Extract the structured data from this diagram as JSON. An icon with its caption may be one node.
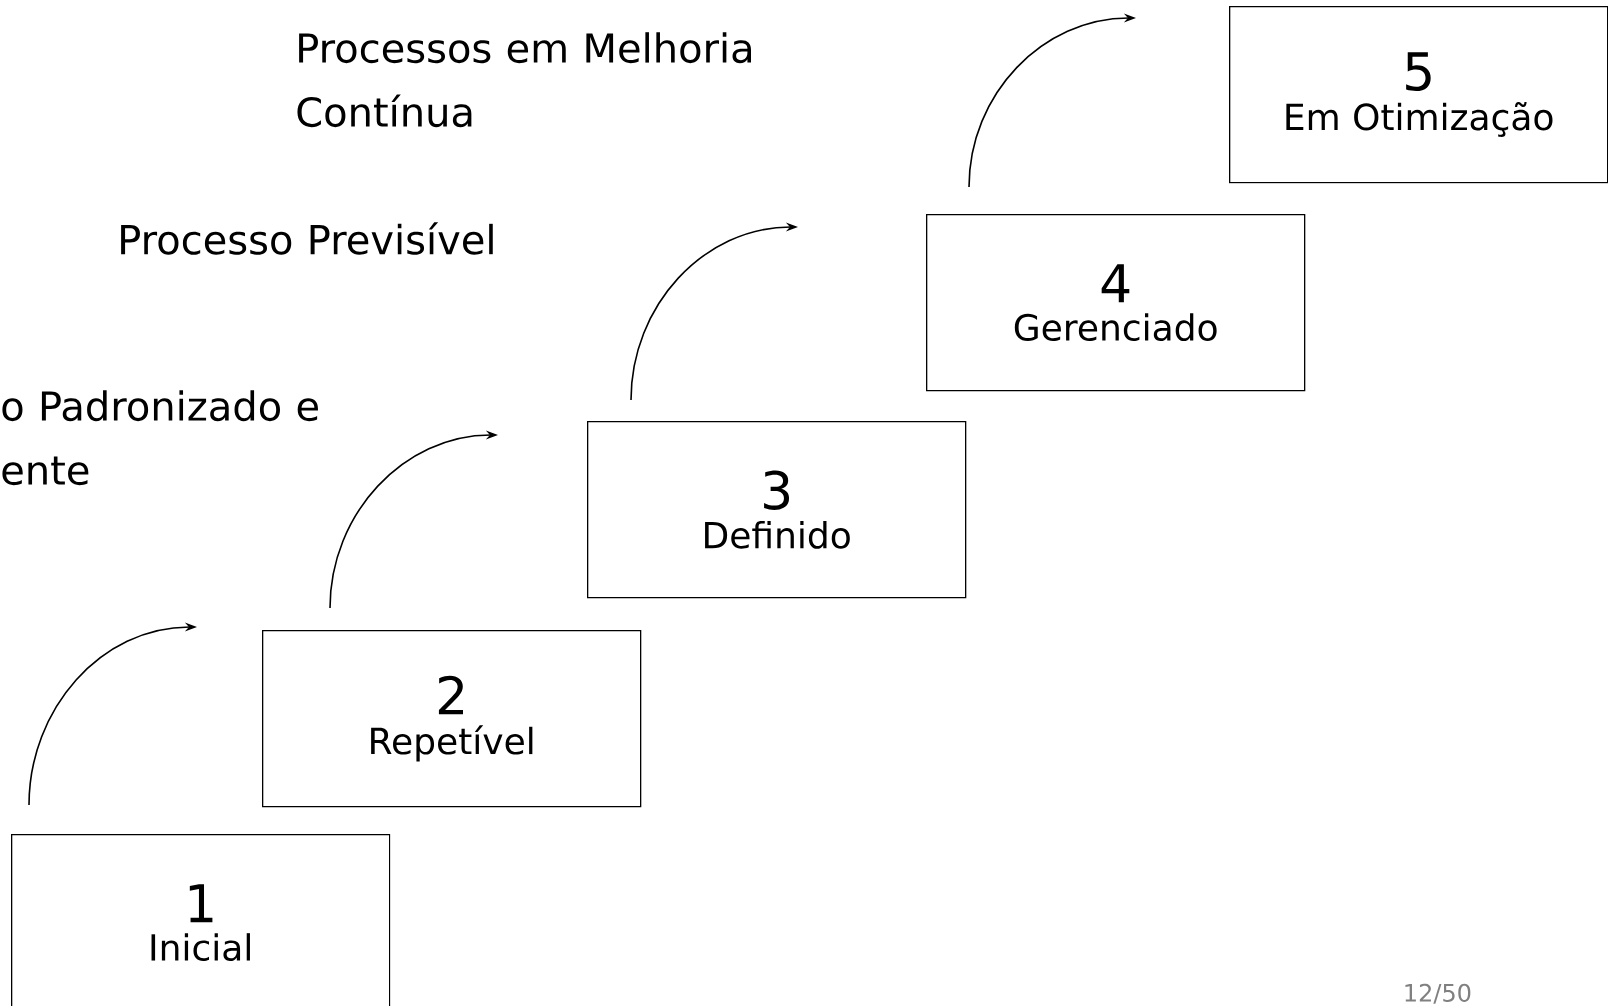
{
  "diagram": {
    "nodes": [
      {
        "text": [
          "1",
          "Inicial"
        ]
      },
      {
        "text": [
          "2",
          "Repetível"
        ]
      },
      {
        "text": [
          "3",
          "Definido"
        ]
      },
      {
        "text": [
          "4",
          "Gerenciado"
        ]
      },
      {
        "text": [
          "5",
          "Em Otimização"
        ]
      }
    ],
    "edges": [
      {
        "from": 0,
        "to": null,
        "arrow": "to"
      },
      {
        "from": 1,
        "to": null,
        "arrow": "to"
      },
      {
        "from": 2,
        "to": null,
        "arrow": "to"
      },
      {
        "from": 3,
        "to": null,
        "arrow": "to"
      }
    ],
    "labels": [
      "Processos em Melhoria Contínua",
      "Processo Previsível",
      "o Padronizado e ente",
      "12/50"
    ]
  }
}
